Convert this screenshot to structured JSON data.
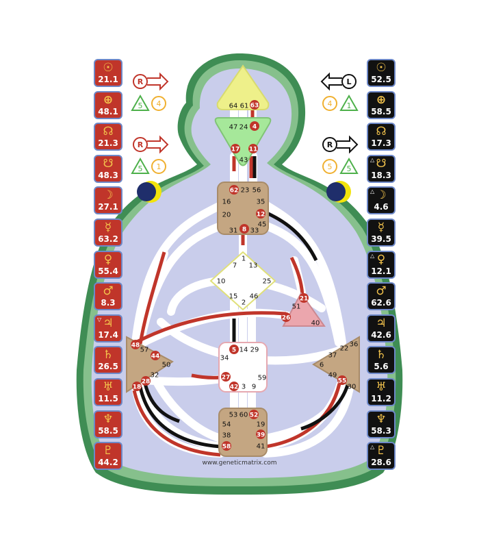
{
  "left_planets": [
    {
      "name": "sun-icon",
      "glyph": "☉",
      "value": "21.1"
    },
    {
      "name": "earth-icon",
      "glyph": "⊕",
      "value": "48.1"
    },
    {
      "name": "north-node-icon",
      "glyph": "☊",
      "value": "21.3"
    },
    {
      "name": "south-node-icon",
      "glyph": "☋",
      "value": "48.3"
    },
    {
      "name": "moon-icon",
      "glyph": "☽",
      "value": "27.1"
    },
    {
      "name": "mercury-icon",
      "glyph": "☿",
      "value": "63.2"
    },
    {
      "name": "venus-icon",
      "glyph": "♀",
      "value": "55.4"
    },
    {
      "name": "mars-icon",
      "glyph": "♂",
      "value": "8.3"
    },
    {
      "name": "jupiter-icon",
      "glyph": "♃",
      "value": "17.4",
      "mark": "▽"
    },
    {
      "name": "saturn-icon",
      "glyph": "♄",
      "value": "26.5"
    },
    {
      "name": "uranus-icon",
      "glyph": "♅",
      "value": "11.5"
    },
    {
      "name": "neptune-icon",
      "glyph": "♆",
      "value": "58.5"
    },
    {
      "name": "pluto-icon",
      "glyph": "♇",
      "value": "44.2"
    }
  ],
  "right_planets": [
    {
      "name": "sun-icon",
      "glyph": "☉",
      "value": "52.5"
    },
    {
      "name": "earth-icon",
      "glyph": "⊕",
      "value": "58.5"
    },
    {
      "name": "north-node-icon",
      "glyph": "☊",
      "value": "17.3"
    },
    {
      "name": "south-node-icon",
      "glyph": "☋",
      "value": "18.3",
      "mark": "△"
    },
    {
      "name": "moon-icon",
      "glyph": "☽",
      "value": "4.6",
      "mark": "△"
    },
    {
      "name": "mercury-icon",
      "glyph": "☿",
      "value": "39.5"
    },
    {
      "name": "venus-icon",
      "glyph": "♀",
      "value": "12.1",
      "mark": "△"
    },
    {
      "name": "mars-icon",
      "glyph": "♂",
      "value": "62.6"
    },
    {
      "name": "jupiter-icon",
      "glyph": "♃",
      "value": "42.6"
    },
    {
      "name": "saturn-icon",
      "glyph": "♄",
      "value": "5.6"
    },
    {
      "name": "uranus-icon",
      "glyph": "♅",
      "value": "11.2"
    },
    {
      "name": "neptune-icon",
      "glyph": "♆",
      "value": "58.3"
    },
    {
      "name": "pluto-icon",
      "glyph": "♇",
      "value": "28.6",
      "mark": "△"
    }
  ],
  "variables": {
    "top_left": {
      "letter": "R",
      "n1": "5",
      "n2": "4"
    },
    "bottom_left": {
      "letter": "R",
      "n1": "5",
      "n2": "1"
    },
    "top_right": {
      "letter": "L",
      "n1": "4",
      "n2": "1"
    },
    "bottom_right": {
      "letter": "R",
      "n1": "5",
      "n2": "5"
    }
  },
  "gates": {
    "head": [
      "64",
      "61",
      "63"
    ],
    "ajna": [
      "47",
      "24",
      "4",
      "17",
      "11",
      "43"
    ],
    "throat": [
      "62",
      "23",
      "56",
      "16",
      "35",
      "20",
      "12",
      "31",
      "8",
      "33",
      "45"
    ],
    "g": [
      "1",
      "7",
      "13",
      "10",
      "25",
      "15",
      "46",
      "2"
    ],
    "heart": [
      "21",
      "51",
      "26",
      "40"
    ],
    "spleen": [
      "48",
      "57",
      "44",
      "50",
      "32",
      "28",
      "18"
    ],
    "sacral": [
      "5",
      "14",
      "29",
      "34",
      "27",
      "59",
      "42",
      "3",
      "9"
    ],
    "solar": [
      "36",
      "22",
      "37",
      "6",
      "49",
      "55",
      "30"
    ],
    "root": [
      "53",
      "60",
      "52",
      "54",
      "19",
      "38",
      "39",
      "58",
      "41"
    ]
  },
  "colors": {
    "design_red": "#c0352a",
    "personality_black": "#111111",
    "body_blue": "#c9cdeb",
    "body_green": "#3f8d54",
    "center_tan": "#c4a682",
    "head_yellow": "#eef08a",
    "ajna_green": "#a6e89a",
    "heart_pink": "#eba6ad"
  },
  "footer": "www.geneticmatrix.com"
}
